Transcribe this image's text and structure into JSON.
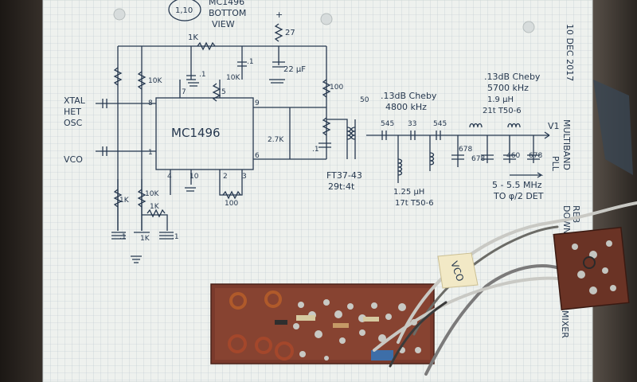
{
  "photo": {
    "subject": "hand-drawn schematic on graph paper with a built circuit board",
    "colors": {
      "paper": "#eef1ee",
      "grid": "#b9c6cf",
      "ink": "#26384f",
      "board": "#7a3a2c",
      "desk": "#2b2623"
    }
  },
  "top_note": {
    "chip": "1,10",
    "line1": "MC1496",
    "line2": "BOTTOM",
    "line3": "VIEW"
  },
  "date": "10 DEC 2017",
  "inputs": {
    "xtal": "XTAL",
    "het": "HET",
    "osc": "OSC",
    "vco": "VCO"
  },
  "ic": {
    "label": "MC1496",
    "pins": [
      "8",
      "7",
      "5",
      "1",
      "9",
      "6",
      "4",
      "10",
      "2",
      "3"
    ]
  },
  "values": {
    "r1k_top": "1K",
    "r10k_left": "10K",
    "c01_a": ".1",
    "r10k_mid": "10K",
    "c1_b": ".1",
    "r27": "27",
    "c22": "22 μF",
    "plus": "+",
    "r1k_low": "1K",
    "r10k_low": "10K",
    "r1k_bias": "1K",
    "c01_low": ".1",
    "r1k_b": "1K",
    "c01_low2": ".1",
    "r100": "100",
    "r2_7k": "2.7K",
    "c01_out": ".1",
    "r100_out": "100",
    "c50": "50",
    "c545_a": "545",
    "c33": "33",
    "c545_b": "545",
    "c678": "678",
    "c678_b": "678",
    "c460": "460",
    "c678_c": "678"
  },
  "filters": {
    "first": {
      "line1": ".13dB Cheby",
      "line2": "4800 kHz",
      "coil": "1.25 μH",
      "turns": "17t T50-6"
    },
    "second": {
      "line1": ".13dB Cheby",
      "line2": "5700 kHz",
      "coil": "1.9 μH",
      "turns": "21t T50-6"
    }
  },
  "transformer": {
    "line1": "FT37-43",
    "line2": "29t:4t"
  },
  "output": {
    "v1": "V1",
    "range": "5 - 5.5 MHz",
    "dest": "TO φ/2 DET"
  },
  "side_labels": {
    "multi": "MULTIBAND",
    "pll": "PLL",
    "reb": "REB",
    "down": "DOWN",
    "mixer": "MIXER"
  },
  "tags": {
    "vco": "VCO"
  }
}
